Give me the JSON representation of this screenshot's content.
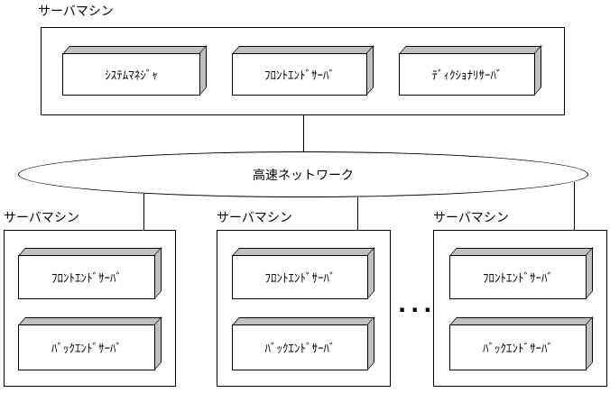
{
  "colors": {
    "background": "#ffffff",
    "line": "#000000",
    "cube_side": "#c0c0c0",
    "text": "#000000"
  },
  "top_machine": {
    "label": "サーバマシン",
    "servers": [
      "ｼｽﾃﾑﾏﾈｼﾞｬ",
      "ﾌﾛﾝﾄｴﾝﾄﾞｻｰﾊﾞ",
      "ﾃﾞｨｸｼｮﾅﾘｻｰﾊﾞ"
    ]
  },
  "network": {
    "label": "高速ネットワーク"
  },
  "bottom_machines": [
    {
      "label": "サーバマシン",
      "servers": [
        "ﾌﾛﾝﾄｴﾝﾄﾞｻｰﾊﾞ",
        "ﾊﾞｯｸｴﾝﾄﾞｻｰﾊﾞ"
      ]
    },
    {
      "label": "サーバマシン",
      "servers": [
        "ﾌﾛﾝﾄｴﾝﾄﾞｻｰﾊﾞ",
        "ﾊﾞｯｸｴﾝﾄﾞｻｰﾊﾞ"
      ]
    },
    {
      "label": "サーバマシン",
      "servers": [
        "ﾌﾛﾝﾄｴﾝﾄﾞｻｰﾊﾞ",
        "ﾊﾞｯｸｴﾝﾄﾞｻｰﾊﾞ"
      ]
    }
  ],
  "ellipsis": "..."
}
